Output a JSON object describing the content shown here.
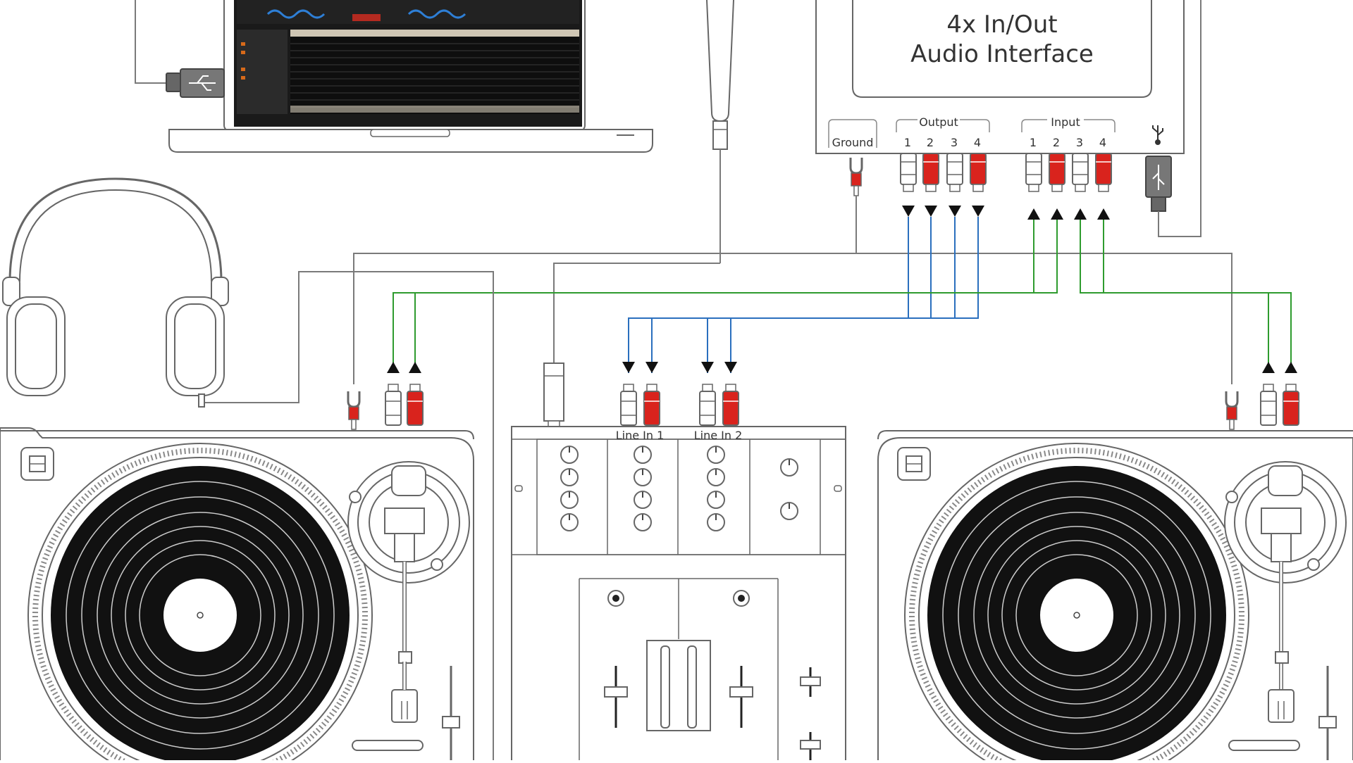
{
  "interface": {
    "title_line1": "4x In/Out",
    "title_line2": "Audio Interface",
    "ground_label": "Ground",
    "output_label": "Output",
    "input_label": "Input",
    "port_numbers": [
      "1",
      "2",
      "3",
      "4"
    ]
  },
  "mixer": {
    "line_in_1": "Line In 1",
    "line_in_2": "Line In 2"
  },
  "colors": {
    "output_cable": "#2a6fbe",
    "input_cable": "#2e9b2e",
    "rca_red": "#d9231d",
    "outline": "#6b6b6b",
    "vinyl": "#111111"
  },
  "icons": [
    "usb-icon",
    "usb-cable-icon",
    "headphones-icon",
    "microphone-icon",
    "rca-plug-icon",
    "ground-fork-icon",
    "knob-icon",
    "fader-icon"
  ]
}
